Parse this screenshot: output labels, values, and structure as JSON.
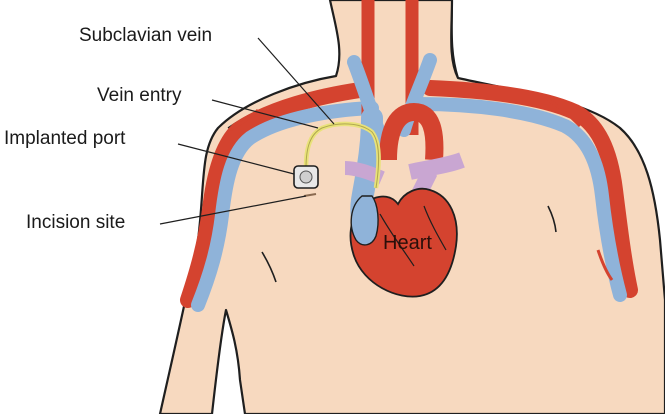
{
  "labels": {
    "subclavian_vein": "Subclavian vein",
    "vein_entry": "Vein entry",
    "implanted_port": "Implanted port",
    "incision_site": "Incision site",
    "heart": "Heart"
  },
  "colors": {
    "skin": "#f7d9bf",
    "outline": "#1f1f1f",
    "vein_blue": "#8fb3d9",
    "artery_red": "#d4432f",
    "pulmonary_lilac": "#c9a6d2",
    "catheter": "#e9e27a"
  }
}
